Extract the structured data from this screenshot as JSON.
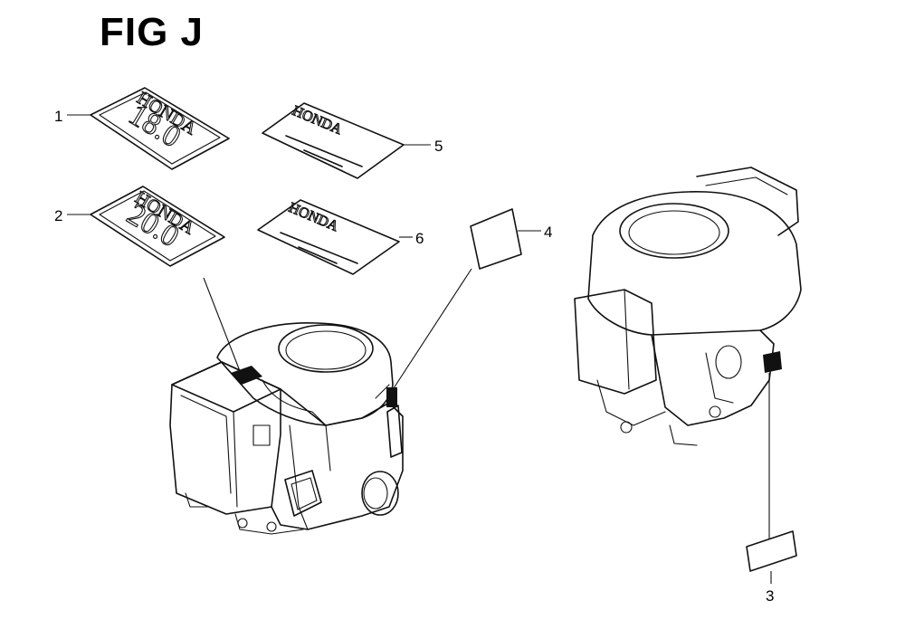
{
  "figure": {
    "title": "FIG J"
  },
  "callouts": [
    {
      "id": "1",
      "label": "1"
    },
    {
      "id": "2",
      "label": "2"
    },
    {
      "id": "3",
      "label": "3"
    },
    {
      "id": "4",
      "label": "4"
    },
    {
      "id": "5",
      "label": "5"
    },
    {
      "id": "6",
      "label": "6"
    }
  ],
  "decals": {
    "emblem_1": {
      "brand": "HONDA",
      "rating": "18.0"
    },
    "emblem_2": {
      "brand": "HONDA",
      "rating": "20.0"
    },
    "mark_5": {
      "brand": "HONDA"
    },
    "mark_6": {
      "brand": "HONDA"
    }
  }
}
